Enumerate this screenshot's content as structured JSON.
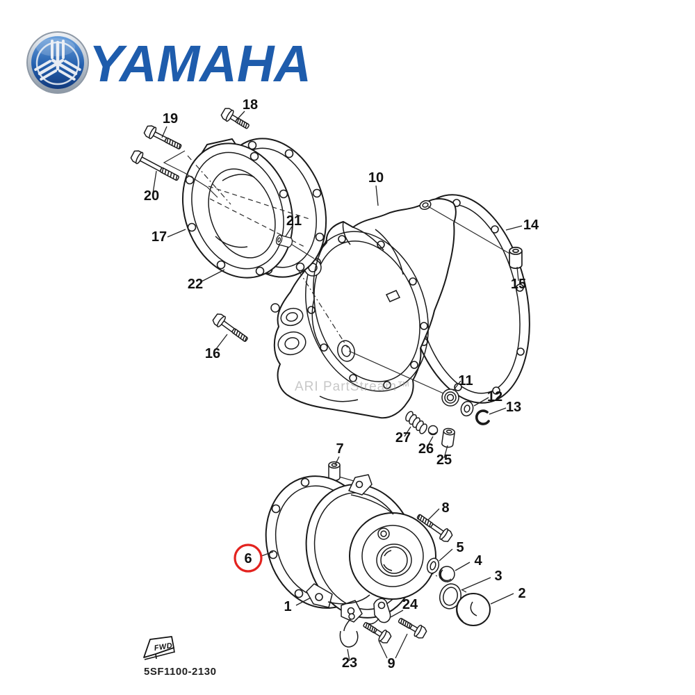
{
  "brand": {
    "wordmark": "YAMAHA",
    "logo_icon": "yamaha-tuning-forks"
  },
  "watermark": "ARI PartStream™",
  "footer": {
    "fwd_label": "FWD",
    "diagram_code": "5SF1100-2130"
  },
  "diagram": {
    "highlighted_callout": "6",
    "callouts": [
      "1",
      "2",
      "3",
      "4",
      "5",
      "6",
      "7",
      "8",
      "9",
      "10",
      "11",
      "12",
      "13",
      "14",
      "15",
      "16",
      "17",
      "18",
      "19",
      "20",
      "21",
      "22",
      "23",
      "24",
      "25",
      "26",
      "27"
    ]
  },
  "colors": {
    "brand_blue": "#1e5cac",
    "logo_silver": "#c3cad3",
    "highlight_red": "#e3231f",
    "line_color": "#1a1a1a",
    "watermark_gray": "#9a9a9a"
  }
}
